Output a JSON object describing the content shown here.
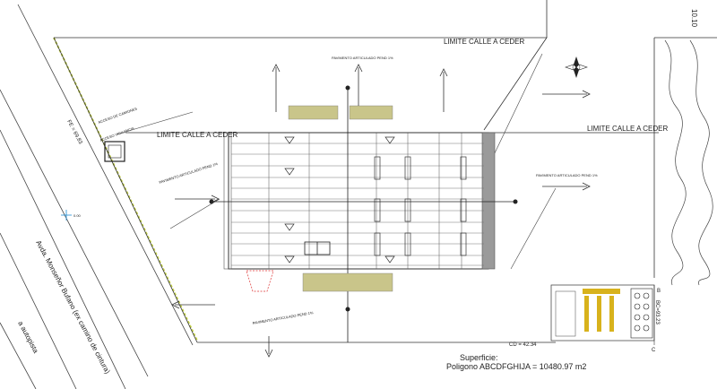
{
  "labels": {
    "limite_top": "LIMITE CALLE A CEDER",
    "limite_mid_left": "LIMITE CALLE A CEDER",
    "limite_mid_right": "LIMITE CALLE A CEDER",
    "pavimento_top": "PAVIMENTO ARTICULADO PEND 1%",
    "pavimento_left": "PAVIMENTO ARTICULADO PEND 1%",
    "pavimento_right": "PAVIMENTO ARTICULADO PEND 1%",
    "pavimento_bottom": "PAVIMENTO ARTICULADO PEND 1%",
    "acceso_camiones": "ACCESO DE CAMIONES",
    "acceso_vigilancia": "ACCESO VIGILANCIA",
    "fe_value": "FE = 69.83",
    "via_text": "Avda. Monseñor Bufano (ex camino de cintura)",
    "autopista": "a autopista",
    "blue_marker": "0.00",
    "valor_right": "10.10",
    "cd": "CD = 42.34",
    "bc": "BC=93.23",
    "punto_b": "B",
    "punto_c": "C",
    "superficie_title": "Superficie:",
    "superficie_value": "Poligono ABCDFGHIJA = 10480.97 m2"
  },
  "colors": {
    "line": "#3a3a3a",
    "hatch": "#c9c58a",
    "accent_yellow": "#d8b21c",
    "blue_marker": "#1f8fd6",
    "wall_grey": "#9a9a9a",
    "lime": "#c8d64a",
    "red_dash": "#d33"
  },
  "icons": {
    "compass": "north-compass-rose-icon"
  }
}
